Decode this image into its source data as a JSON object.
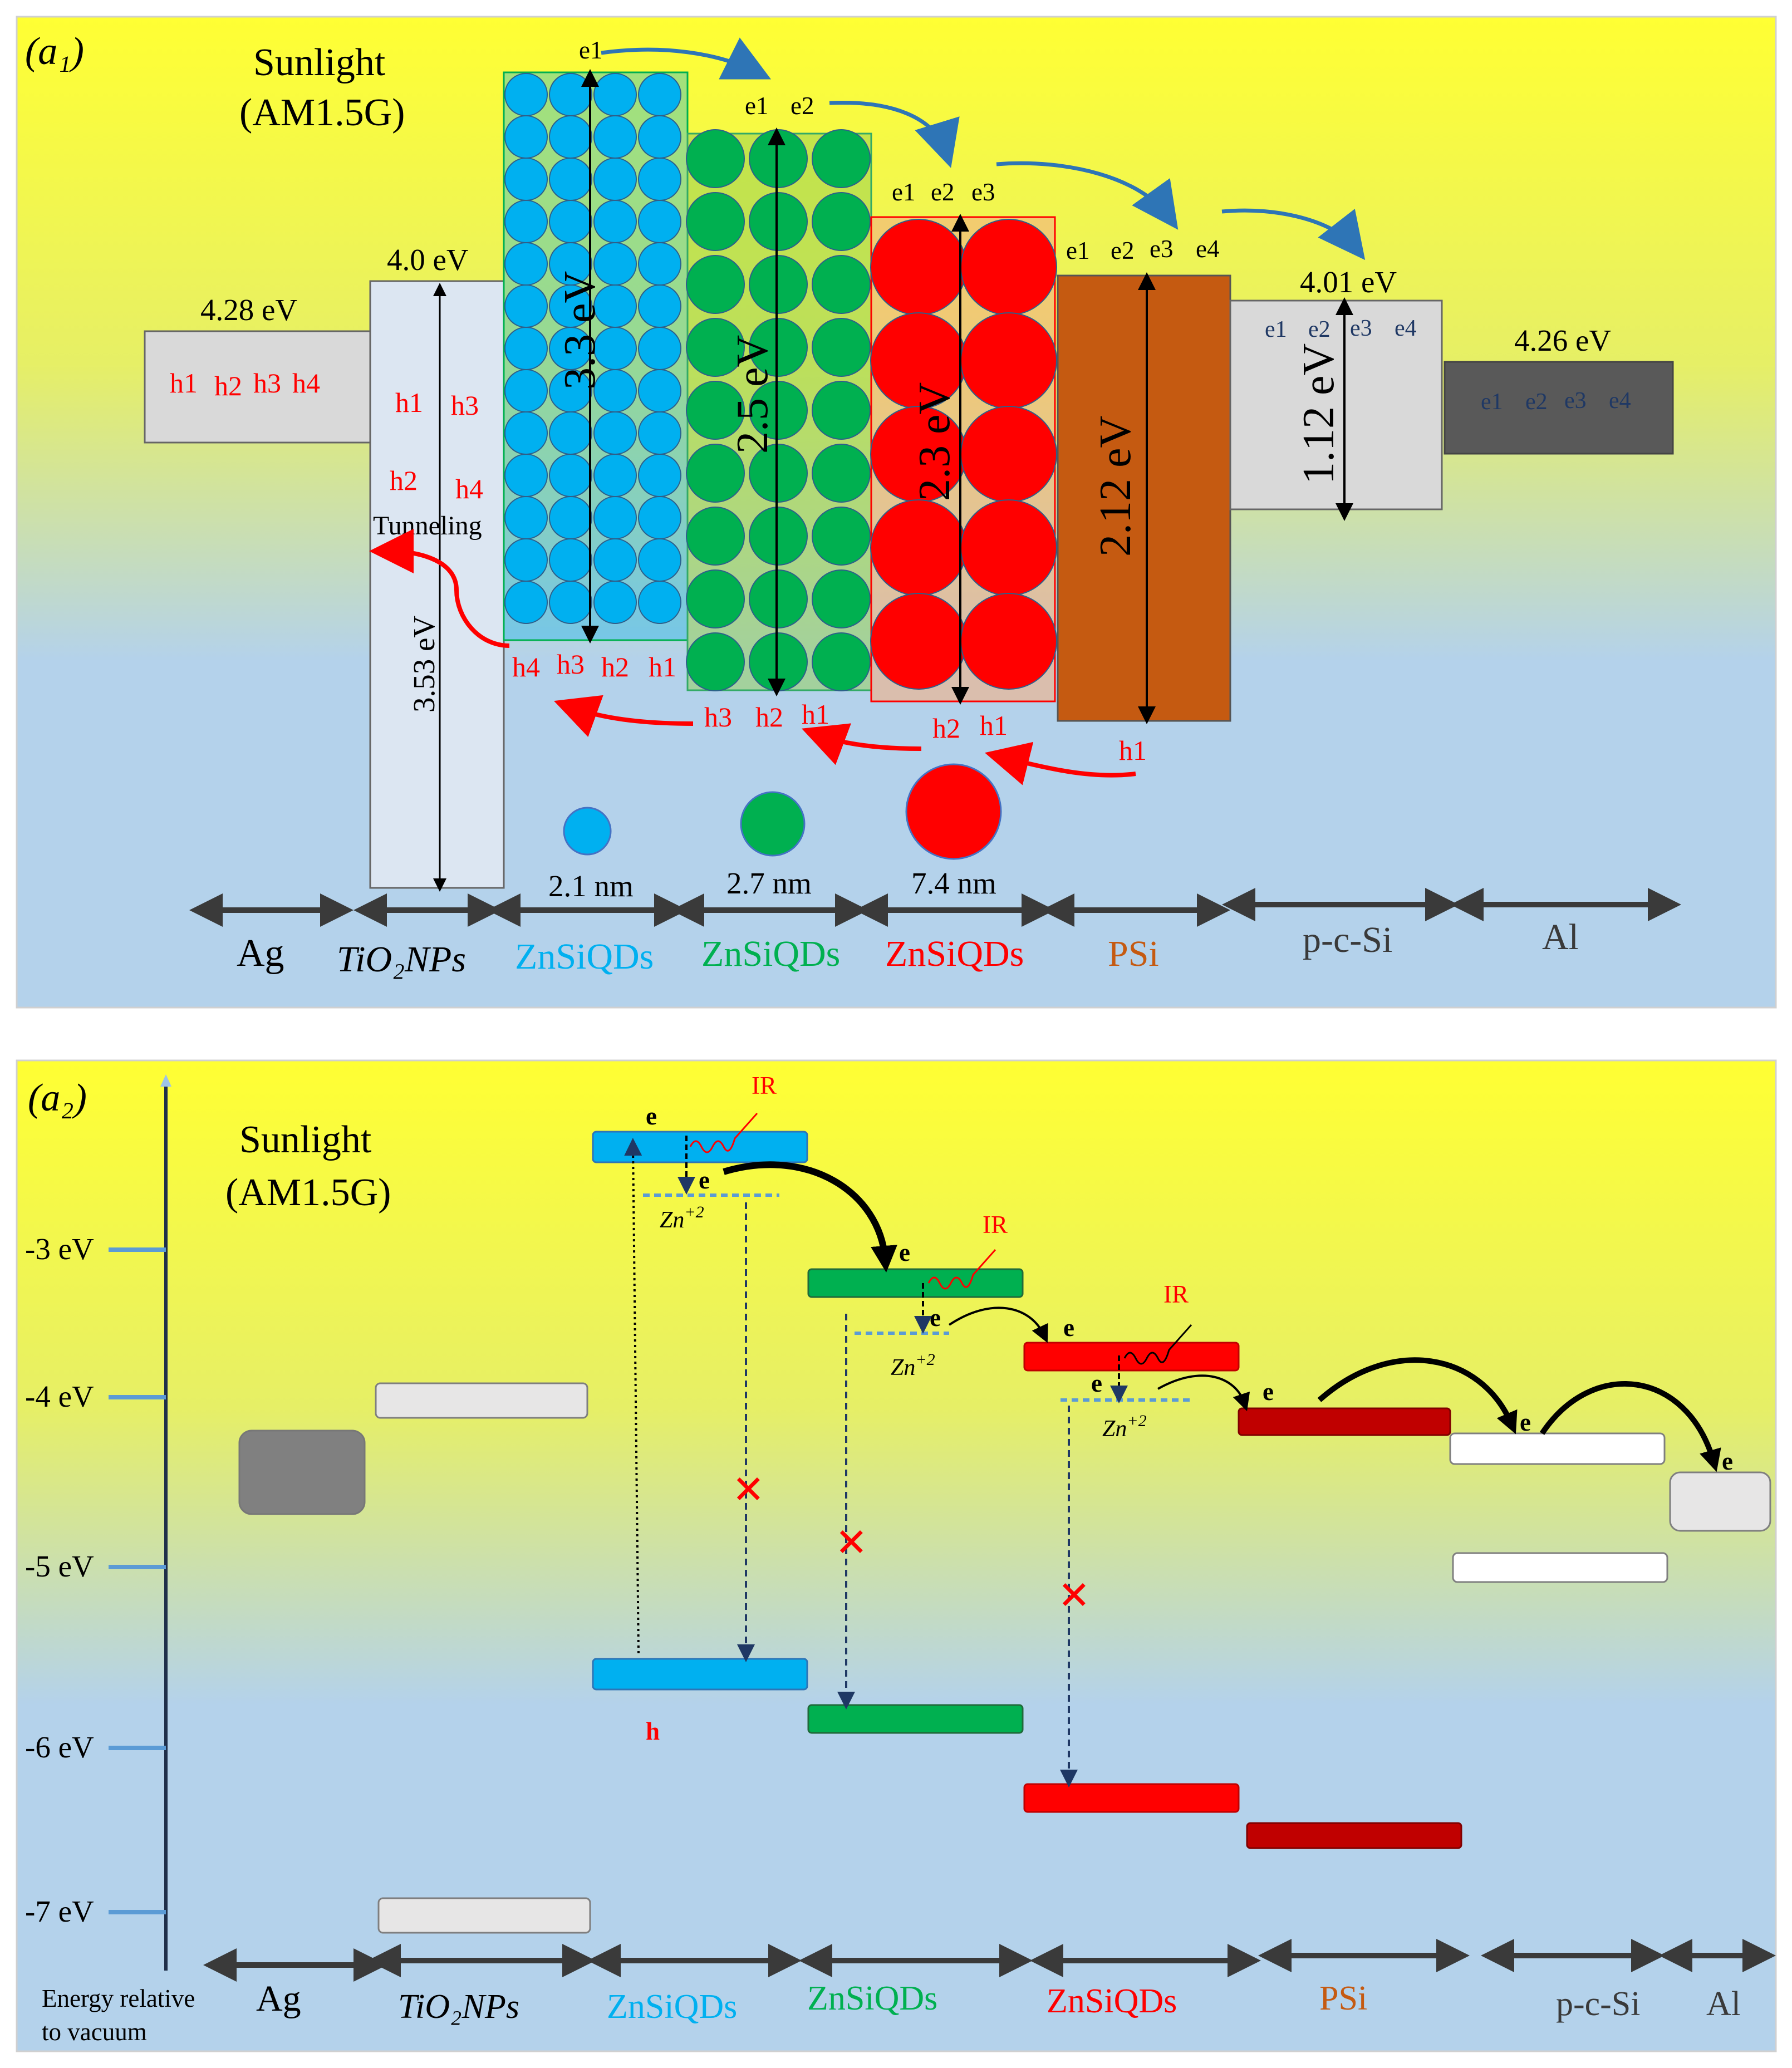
{
  "colors": {
    "ag": "#d9d9d9",
    "tio2": "#dce6f2",
    "znsi_blue": "#00b0f0",
    "znsi_green": "#00b050",
    "znsi_red": "#ff0000",
    "psi": "#c55a11",
    "psi_dark": "#c00000",
    "pcsi": "#d9d9d9",
    "al": "#595959",
    "h_red": "#ff0000",
    "e_navy": "#1f3864",
    "arrow_blue": "#2e75b6",
    "bg_top": "#ffff33",
    "bg_bottom": "#b4d2eb"
  },
  "panel1": {
    "label": "(a₁)",
    "sunlight": "Sunlight",
    "am": "(AM1.5G)",
    "ag_energy": "4.28 eV",
    "tio2_energy": "4.0 eV",
    "pcsi_energy": "4.01 eV",
    "al_energy": "4.26 eV",
    "gap_blue": "3.3 eV",
    "gap_green": "2.5 eV",
    "gap_red": "2.3 eV",
    "gap_psi": "2.12 eV",
    "gap_pcsi": "1.12 eV",
    "gap_tio2": "3.53 eV",
    "tunneling": "Tunneling",
    "size_blue": "2.1 nm",
    "size_green": "2.7 nm",
    "size_red": "7.4 nm",
    "e1": "e1",
    "e2": "e2",
    "e3": "e3",
    "e4": "e4",
    "h1": "h1",
    "h2": "h2",
    "h3": "h3",
    "h4": "h4",
    "layers": [
      "Ag",
      "TiO₂NPs",
      "ZnSiQDs",
      "ZnSiQDs",
      "ZnSiQDs",
      "PSi",
      "p-c-Si",
      "Al"
    ]
  },
  "panel2": {
    "label": "(a₂)",
    "sunlight": "Sunlight",
    "am": "(AM1.5G)",
    "ticks": [
      "-3 eV",
      "-4 eV",
      "-5 eV",
      "-6 eV",
      "-7 eV"
    ],
    "axis_caption_1": "Energy relative",
    "axis_caption_2": "to vacuum",
    "ir": "IR",
    "e": "e",
    "h": "h",
    "zn": "Zn",
    "zn_sup": "+2",
    "layers": [
      "Ag",
      "TiO₂NPs",
      "ZnSiQDs",
      "ZnSiQDs",
      "ZnSiQDs",
      "PSi",
      "p-c-Si",
      "Al"
    ]
  }
}
